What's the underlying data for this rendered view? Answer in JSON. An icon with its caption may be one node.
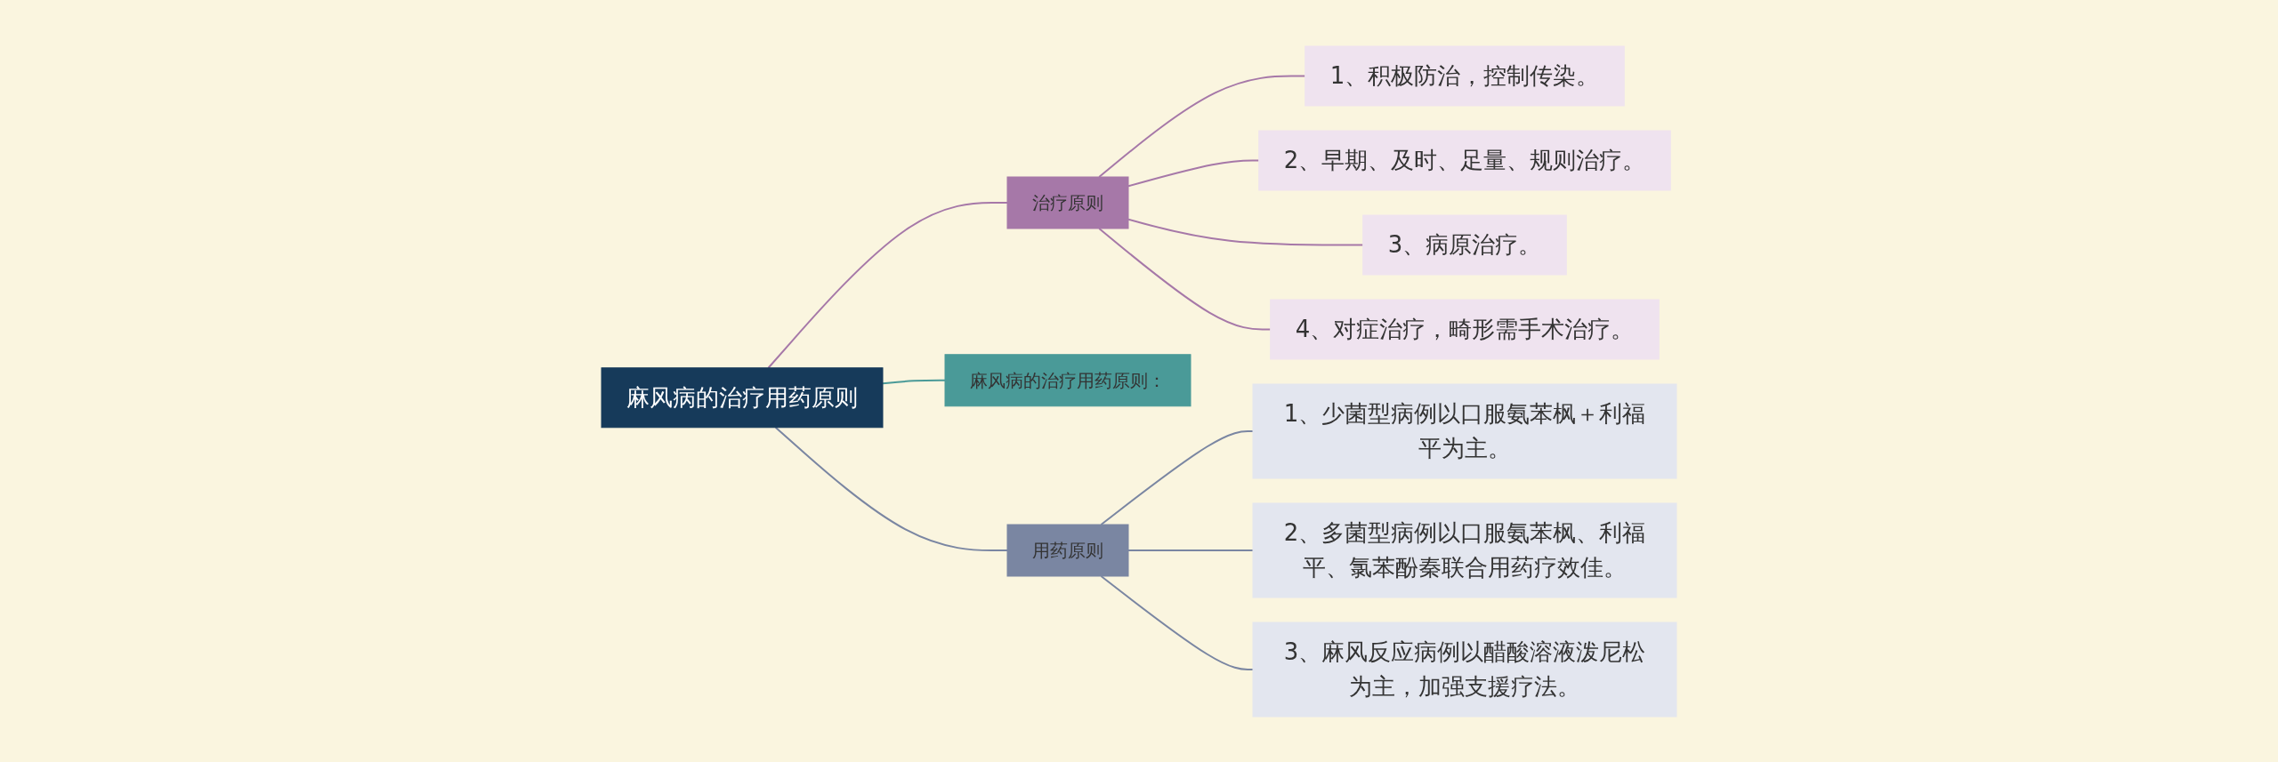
{
  "diagram": {
    "nodes": [
      {
        "text": [
          "麻风病的治疗用药原则"
        ]
      },
      {
        "text": [
          "治疗原则"
        ]
      },
      {
        "text": [
          "1、积极防治，控制传染。"
        ]
      },
      {
        "text": [
          "2、早期、及时、足量、规则治疗。"
        ]
      },
      {
        "text": [
          "3、病原治疗。"
        ]
      },
      {
        "text": [
          "4、对症治疗，畸形需手术治疗。"
        ]
      },
      {
        "text": [
          "麻风病的治疗用药原则："
        ]
      },
      {
        "text": [
          "用药原则"
        ]
      },
      {
        "text": [
          "1、少菌型病例以口服氨苯枫＋利福平为主。"
        ]
      },
      {
        "text": [
          "2、多菌型病例以口服氨苯枫、利福平、氯苯酚秦联合用药疗效佳。"
        ]
      },
      {
        "text": [
          "3、麻风反应病例以醋酸溶液泼尼松为主，加强支援疗法。"
        ]
      }
    ],
    "edges": [
      {
        "from": 0,
        "to": 1,
        "arrow": "none"
      },
      {
        "from": 1,
        "to": 2,
        "arrow": "none"
      },
      {
        "from": 1,
        "to": 3,
        "arrow": "none"
      },
      {
        "from": 1,
        "to": 4,
        "arrow": "none"
      },
      {
        "from": 1,
        "to": 5,
        "arrow": "none"
      },
      {
        "from": 0,
        "to": 6,
        "arrow": "none",
        "color": "#4a9a98"
      },
      {
        "from": 0,
        "to": 7,
        "arrow": "none",
        "color": "#7a86a2"
      },
      {
        "from": 7,
        "to": 8,
        "arrow": "none",
        "color": "#7a86a2"
      },
      {
        "from": 7,
        "to": 9,
        "arrow": "none",
        "color": "#7a86a2"
      },
      {
        "from": 7,
        "to": 10,
        "arrow": "none",
        "color": "#7a86a2"
      }
    ]
  }
}
